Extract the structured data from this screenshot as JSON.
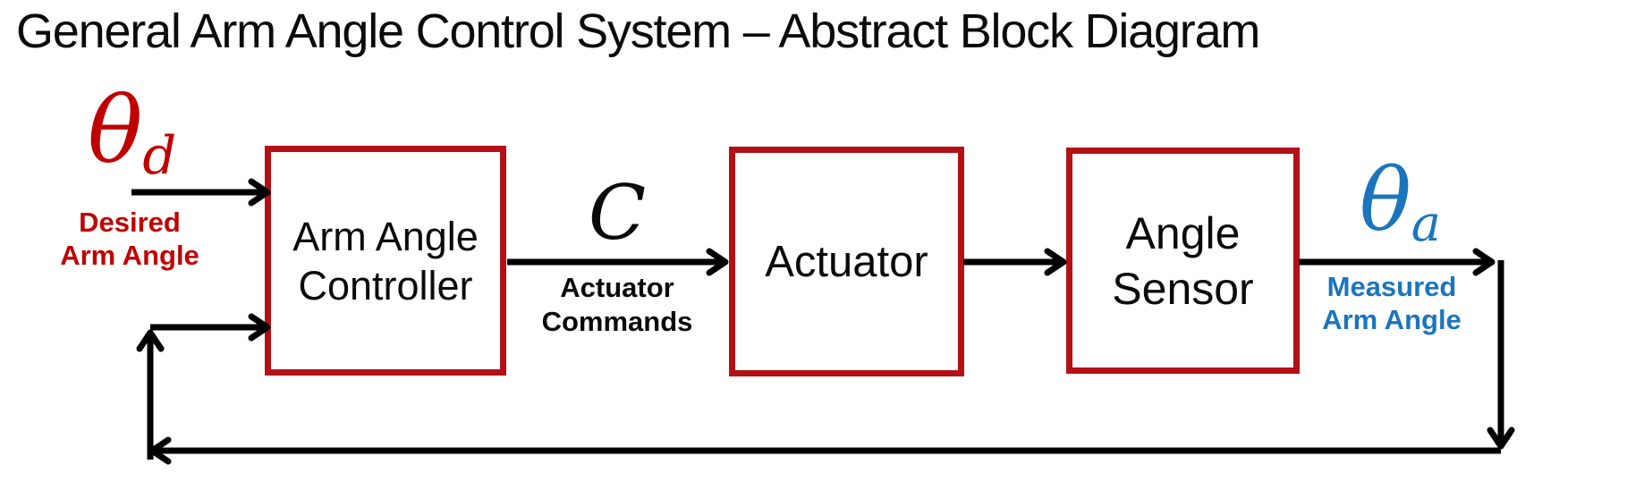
{
  "title": "General Arm Angle Control System – Abstract Block Diagram",
  "colors": {
    "red": "#C00000",
    "box_border": "#B31116",
    "blue": "#1B75BC",
    "line": "#000000",
    "text": "#0a0a0a"
  },
  "blocks": {
    "controller": {
      "lines": [
        "Arm Angle",
        "Controller"
      ]
    },
    "actuator": {
      "lines": [
        "Actuator"
      ]
    },
    "sensor": {
      "lines": [
        "Angle",
        "Sensor"
      ]
    }
  },
  "signals": {
    "desired": {
      "symbol": "θ",
      "subscript": "d",
      "caption": [
        "Desired",
        "Arm Angle"
      ]
    },
    "command": {
      "symbol": "C",
      "caption": [
        "Actuator",
        "Commands"
      ]
    },
    "measured": {
      "symbol": "θ",
      "subscript": "a",
      "caption": [
        "Measured",
        "Arm Angle"
      ]
    }
  }
}
